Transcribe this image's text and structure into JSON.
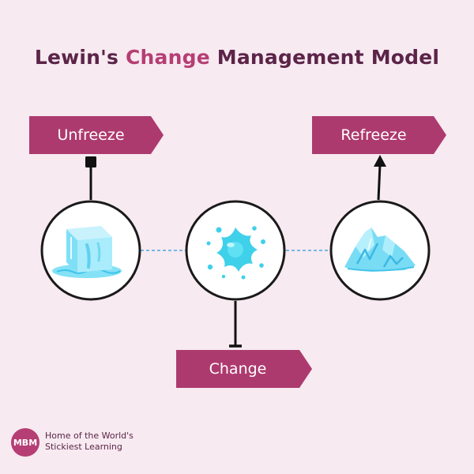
{
  "title": {
    "part1": "Lewin's ",
    "accent": "Change",
    "part2": " Management Model"
  },
  "stages": [
    {
      "label": "Unfreeze",
      "icon": "ice-cube-icon"
    },
    {
      "label": "Change",
      "icon": "water-splash-icon"
    },
    {
      "label": "Refreeze",
      "icon": "iceberg-icon"
    }
  ],
  "footer": {
    "logo_text": "MBM",
    "tagline_line1": "Home of the World's",
    "tagline_line2": "Stickiest Learning"
  },
  "colors": {
    "background": "#f7eaf0",
    "title": "#5b2448",
    "accent": "#b53e74",
    "tag": "#ad3a6e",
    "connector": "#4aa8e0",
    "ice": "#5fd0f0"
  }
}
